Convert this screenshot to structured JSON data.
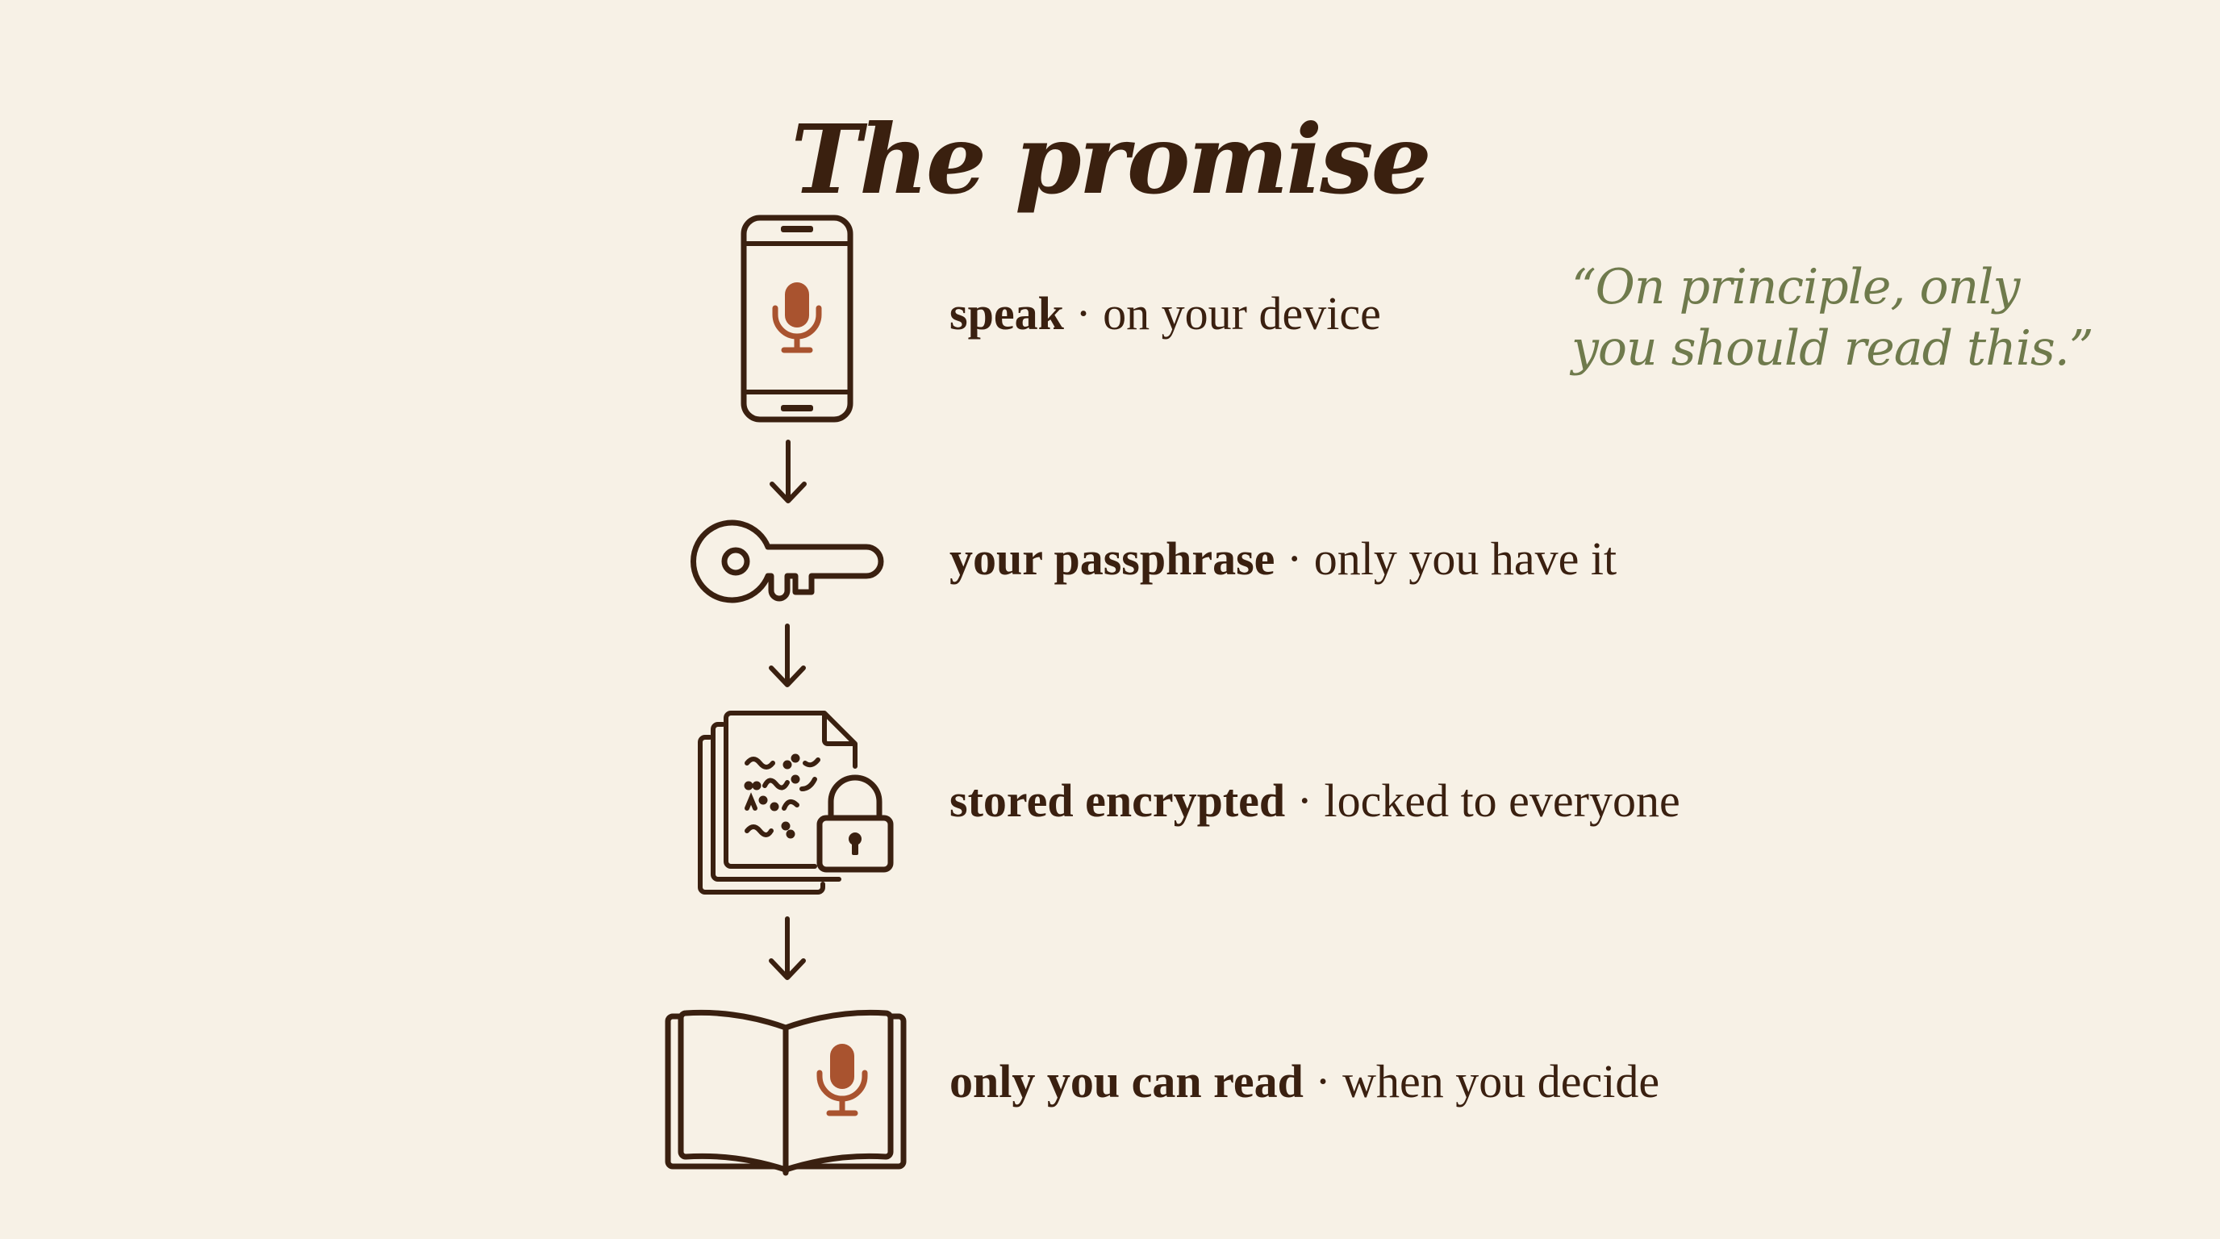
{
  "title": "The promise",
  "colors": {
    "background": "#f7f1e6",
    "ink": "#3a2010",
    "accent_mic": "#a9532f",
    "quote": "#6f7a4c"
  },
  "steps": [
    {
      "icon": "phone-mic-icon",
      "strong": "speak",
      "separator": " · ",
      "detail": "on your device"
    },
    {
      "icon": "key-icon",
      "strong": "your passphrase",
      "separator": " · ",
      "detail": "only you have it"
    },
    {
      "icon": "encrypted-document-lock-icon",
      "strong": "stored encrypted",
      "separator": " · ",
      "detail": "locked to everyone"
    },
    {
      "icon": "open-book-mic-icon",
      "strong": "only you can read",
      "separator": " · ",
      "detail": "when you decide"
    }
  ],
  "arrows": [
    {
      "icon": "arrow-down-icon"
    },
    {
      "icon": "arrow-down-icon"
    },
    {
      "icon": "arrow-down-icon"
    }
  ],
  "quote": {
    "line1": "“On principle, only",
    "line2": "you should read this.”"
  }
}
